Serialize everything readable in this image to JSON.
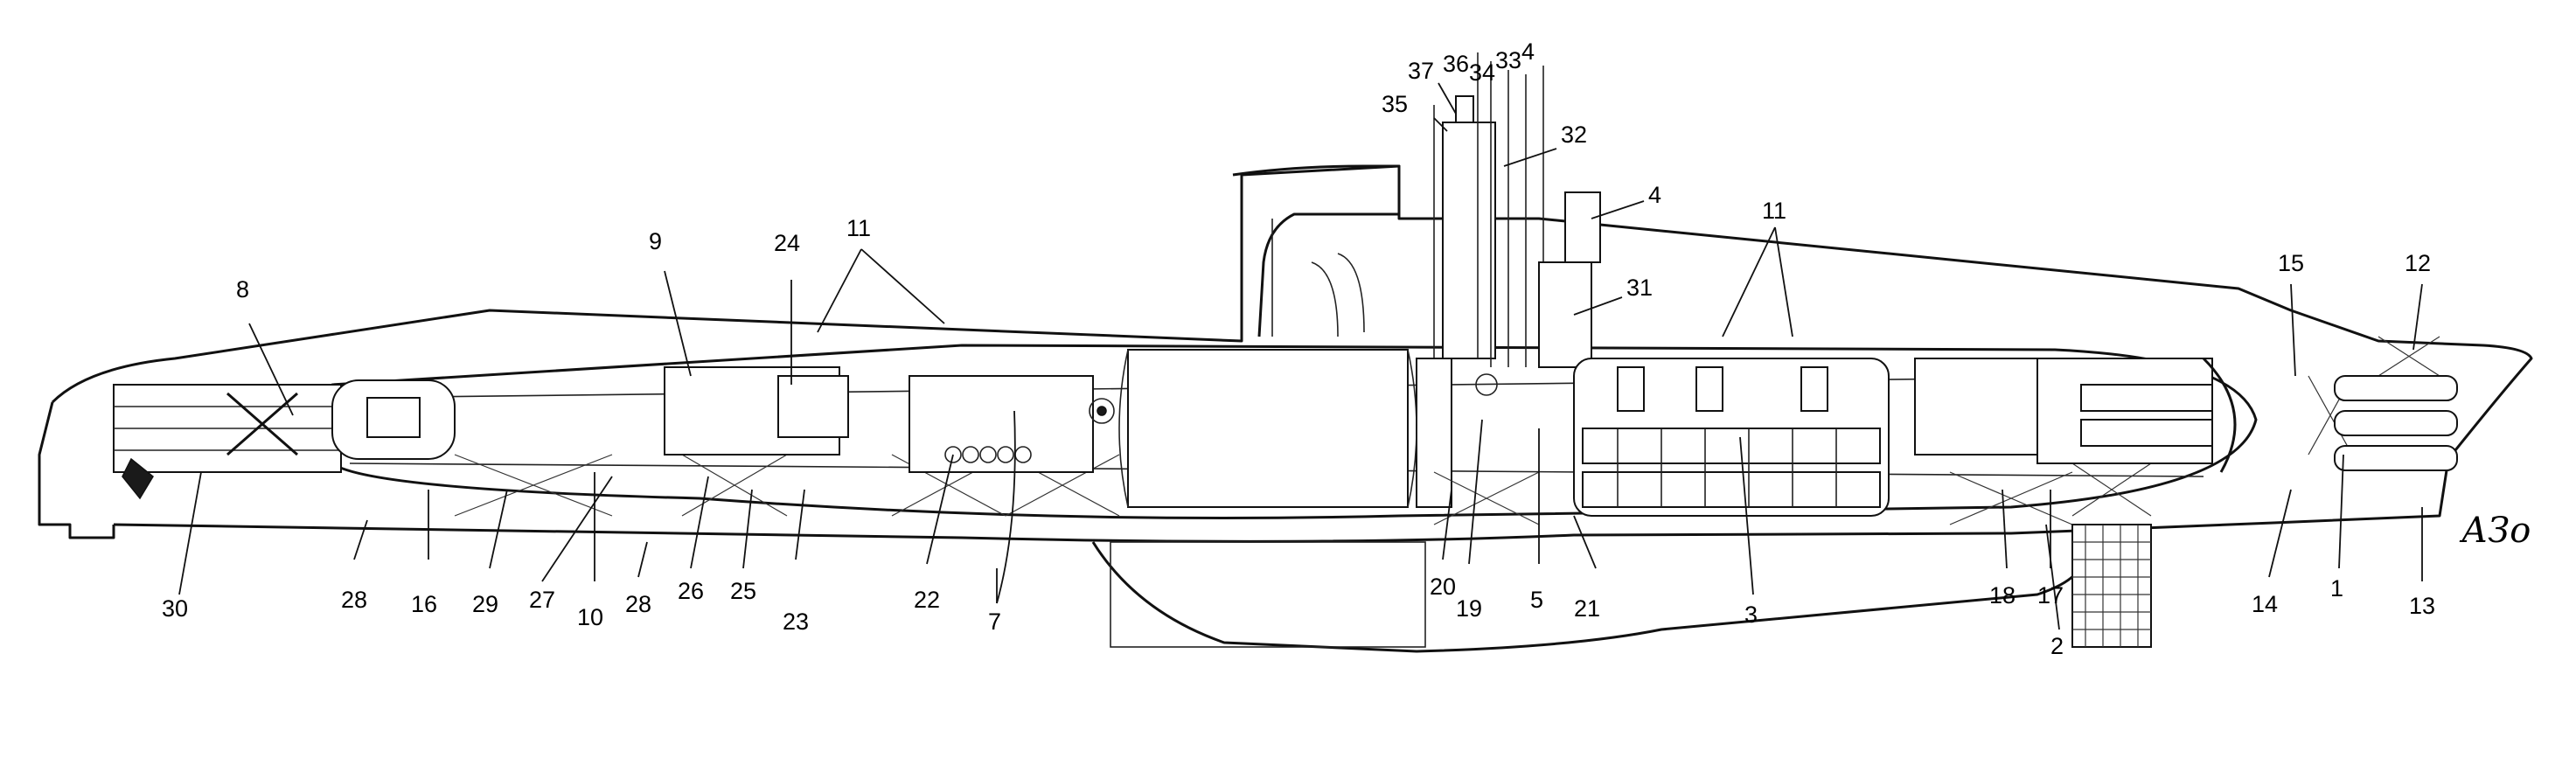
{
  "signature": "АЗо",
  "callouts": [
    {
      "id": "c30",
      "label": "30"
    },
    {
      "id": "c28a",
      "label": "28"
    },
    {
      "id": "c16",
      "label": "16"
    },
    {
      "id": "c29",
      "label": "29"
    },
    {
      "id": "c27",
      "label": "27"
    },
    {
      "id": "c10",
      "label": "10"
    },
    {
      "id": "c28b",
      "label": "28"
    },
    {
      "id": "c26",
      "label": "26"
    },
    {
      "id": "c25",
      "label": "25"
    },
    {
      "id": "c23",
      "label": "23"
    },
    {
      "id": "c22",
      "label": "22"
    },
    {
      "id": "c7",
      "label": "7"
    },
    {
      "id": "c20",
      "label": "20"
    },
    {
      "id": "c19",
      "label": "19"
    },
    {
      "id": "c5",
      "label": "5"
    },
    {
      "id": "c21",
      "label": "21"
    },
    {
      "id": "c3",
      "label": "3"
    },
    {
      "id": "c18",
      "label": "18"
    },
    {
      "id": "c17",
      "label": "17"
    },
    {
      "id": "c2",
      "label": "2"
    },
    {
      "id": "c14",
      "label": "14"
    },
    {
      "id": "c1",
      "label": "1"
    },
    {
      "id": "c13",
      "label": "13"
    },
    {
      "id": "c8",
      "label": "8"
    },
    {
      "id": "c9",
      "label": "9"
    },
    {
      "id": "c24",
      "label": "24"
    },
    {
      "id": "c11a",
      "label": "11"
    },
    {
      "id": "c37",
      "label": "37"
    },
    {
      "id": "c36",
      "label": "36"
    },
    {
      "id": "c34",
      "label": "34"
    },
    {
      "id": "c33",
      "label": "33"
    },
    {
      "id": "c4a",
      "label": "4"
    },
    {
      "id": "c35",
      "label": "35"
    },
    {
      "id": "c32",
      "label": "32"
    },
    {
      "id": "c4b",
      "label": "4"
    },
    {
      "id": "c31",
      "label": "31"
    },
    {
      "id": "c11b",
      "label": "11"
    },
    {
      "id": "c15",
      "label": "15"
    },
    {
      "id": "c12",
      "label": "12"
    }
  ]
}
